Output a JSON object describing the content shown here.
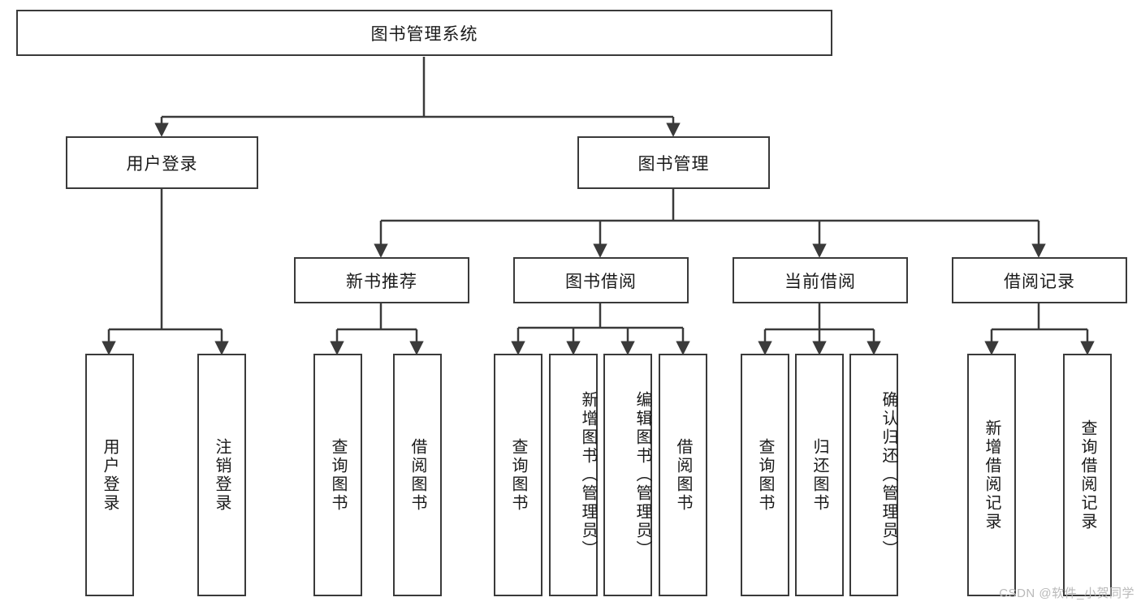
{
  "diagram": {
    "type": "tree-hierarchy",
    "title": "图书管理系统",
    "watermark": "CSDN @软件_小贺同学",
    "colors": {
      "node_border": "#3a3a3a",
      "node_fill": "#ffffff",
      "edge": "#3a3a3a",
      "text": "#1a1a1a",
      "watermark": "#b9b9b9"
    },
    "levels": [
      {
        "level": 1,
        "nodes": [
          {
            "id": "root",
            "label": "图书管理系统",
            "orientation": "horizontal"
          }
        ]
      },
      {
        "level": 2,
        "nodes": [
          {
            "id": "login",
            "label": "用户登录",
            "orientation": "horizontal",
            "parent": "root"
          },
          {
            "id": "bookmgmt",
            "label": "图书管理",
            "orientation": "horizontal",
            "parent": "root"
          }
        ]
      },
      {
        "level": 3,
        "nodes": [
          {
            "id": "newbook",
            "label": "新书推荐",
            "orientation": "horizontal",
            "parent": "bookmgmt"
          },
          {
            "id": "borrow",
            "label": "图书借阅",
            "orientation": "horizontal",
            "parent": "bookmgmt"
          },
          {
            "id": "current",
            "label": "当前借阅",
            "orientation": "horizontal",
            "parent": "bookmgmt"
          },
          {
            "id": "record",
            "label": "借阅记录",
            "orientation": "horizontal",
            "parent": "bookmgmt"
          }
        ]
      },
      {
        "level": 4,
        "nodes": [
          {
            "id": "leaf1",
            "label": "用户登录",
            "orientation": "vertical",
            "parent": "login"
          },
          {
            "id": "leaf2",
            "label": "注销登录",
            "orientation": "vertical",
            "parent": "login"
          },
          {
            "id": "leaf3",
            "label": "查询图书",
            "orientation": "vertical",
            "parent": "newbook"
          },
          {
            "id": "leaf4",
            "label": "借阅图书",
            "orientation": "vertical",
            "parent": "newbook"
          },
          {
            "id": "leaf5",
            "label": "查询图书",
            "orientation": "vertical",
            "parent": "borrow"
          },
          {
            "id": "leaf6",
            "label": "新增图书（管理员）",
            "orientation": "vertical",
            "parent": "borrow"
          },
          {
            "id": "leaf7",
            "label": "编辑图书（管理员）",
            "orientation": "vertical",
            "parent": "borrow"
          },
          {
            "id": "leaf8",
            "label": "借阅图书",
            "orientation": "vertical",
            "parent": "borrow"
          },
          {
            "id": "leaf9",
            "label": "查询图书",
            "orientation": "vertical",
            "parent": "current"
          },
          {
            "id": "leaf10",
            "label": "归还图书",
            "orientation": "vertical",
            "parent": "current"
          },
          {
            "id": "leaf11",
            "label": "确认归还（管理员）",
            "orientation": "vertical",
            "parent": "current"
          },
          {
            "id": "leaf12",
            "label": "新增借阅记录",
            "orientation": "vertical",
            "parent": "record"
          },
          {
            "id": "leaf13",
            "label": "查询借阅记录",
            "orientation": "vertical",
            "parent": "record"
          }
        ]
      }
    ]
  }
}
